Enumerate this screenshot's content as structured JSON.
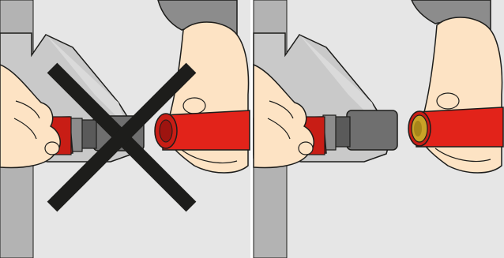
{
  "figure": {
    "panels": [
      {
        "id": "left",
        "state": "incorrect",
        "mark": "cross",
        "pipe_end": "red-cap-open"
      },
      {
        "id": "right",
        "state": "correct",
        "mark": "none",
        "pipe_end": "gold-sleeve"
      }
    ]
  },
  "colors": {
    "background": "#e6e6e6",
    "wall": "#b3b3b3",
    "tool_body": "#c9c9c9",
    "pipe_red": "#e2231a",
    "pipe_dark": "#9e1410",
    "skin": "#fde3c4",
    "sleeve": "#8c8c8c",
    "cross": "#1d1d1b",
    "gold_insert": "#c9a227",
    "outline": "#1d1d1b"
  }
}
